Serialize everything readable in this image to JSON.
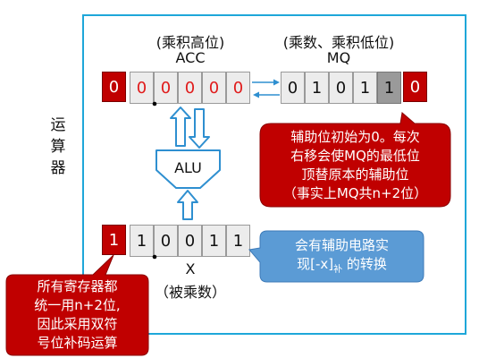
{
  "side_label": [
    "运",
    "算",
    "器"
  ],
  "acc": {
    "caption": "(乘积高位)",
    "name": "ACC",
    "sign_bit": "0",
    "bits": [
      "0",
      "0",
      "0",
      "0",
      "0"
    ]
  },
  "mq": {
    "caption": "(乘数、乘积低位)",
    "name": "MQ",
    "bits": [
      "0",
      "1",
      "0",
      "1",
      "1"
    ],
    "aux_bit": "0"
  },
  "alu": {
    "label": "ALU"
  },
  "x": {
    "sign_bit": "1",
    "bits": [
      "1",
      "0",
      "0",
      "1",
      "1"
    ],
    "name": "X",
    "caption": "（被乘数）"
  },
  "callouts": {
    "aux_init": [
      "辅助位初始为0。每次",
      "右移会使MQ的最低位",
      "顶替原本的辅助位",
      "（事实上MQ共n+2位）"
    ],
    "aux_circuit_line1": "会有辅助电路实",
    "aux_circuit_line2": "现[-x]",
    "aux_circuit_sub": "补",
    "aux_circuit_tail": " 的转换",
    "registers": [
      "所有寄存器都",
      "统一用n+2位,",
      "因此采用双符",
      "号位补码运算"
    ]
  },
  "colors": {
    "frame": "#1ea7d9",
    "arrow": "#2e8fd0",
    "red_callout": "#c00000",
    "blue_callout": "#5b9bd5",
    "sign_cell": "#c00000",
    "aux_cell": "#9a9a9a",
    "acc_digits": "#e01b1b"
  }
}
